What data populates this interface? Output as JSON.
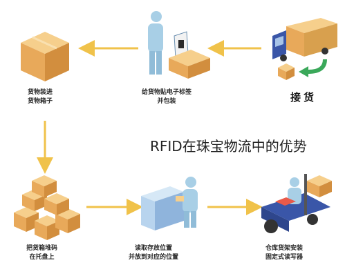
{
  "steps": {
    "receive": {
      "label": "接货"
    },
    "tag_pack": {
      "line1": "给货物贴电子标签",
      "line2": "并包装"
    },
    "load_box": {
      "line1": "货物装进",
      "line2": "货物箱子"
    },
    "stack_pallet": {
      "line1": "把货箱堆码",
      "line2": "在托盘上"
    },
    "read_location": {
      "line1": "读取存放位置",
      "line2": "并放到对应的位置"
    },
    "forklift_reader": {
      "line1": "仓库货架安装",
      "line2": "固定式读写器"
    }
  },
  "overlay_title": "RFID在珠宝物流中的优势",
  "colors": {
    "arrow": "#f0c24a",
    "box": "#e8b064",
    "truck": "#3a56a8",
    "person": "#a8cfe6",
    "green": "#3aa85a"
  }
}
